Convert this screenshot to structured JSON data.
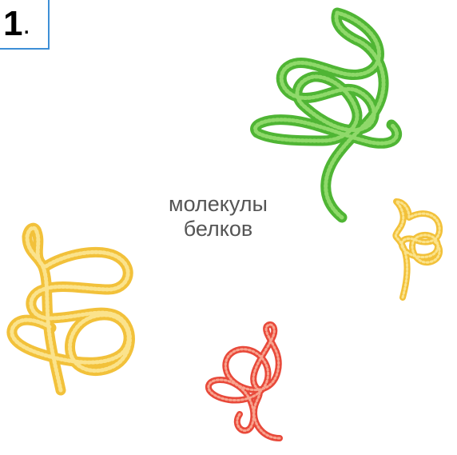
{
  "slide": {
    "number": "1",
    "number_suffix": "."
  },
  "caption": {
    "line1": "молекулы",
    "line2": "белков"
  },
  "colors": {
    "green": "#4fb534",
    "green_light": "#8fd96a",
    "yellow": "#f2c13a",
    "yellow_light": "#fbe38c",
    "red": "#e8493a",
    "red_light": "#f8a48f",
    "frame_blue": "#3e8fd6"
  }
}
